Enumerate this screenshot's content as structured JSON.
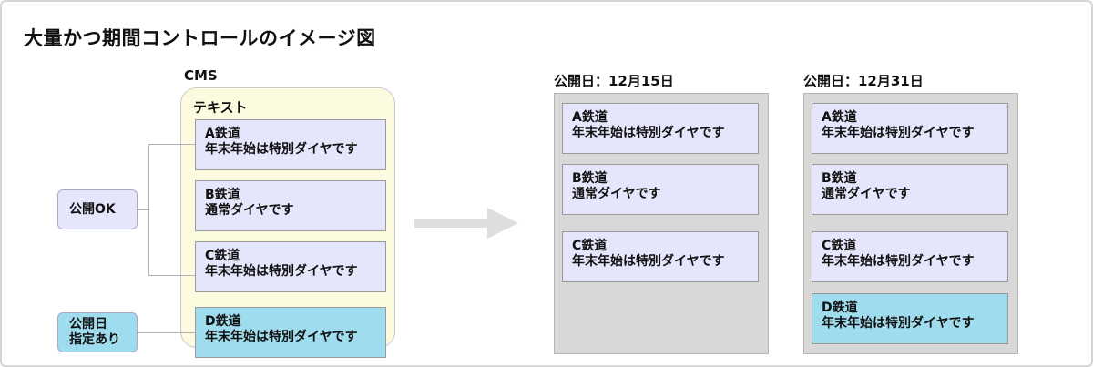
{
  "title": "大量かつ期間コントロールのイメージ図",
  "cms": {
    "label": "CMS",
    "box_label": "テキスト",
    "cards": [
      {
        "name": "A鉄道",
        "text": "年末年始は特別ダイヤです"
      },
      {
        "name": "B鉄道",
        "text": "通常ダイヤです"
      },
      {
        "name": "C鉄道",
        "text": "年末年始は特別ダイヤです"
      },
      {
        "name": "D鉄道",
        "text": "年末年始は特別ダイヤです"
      }
    ]
  },
  "status": {
    "ok": "公開OK",
    "scheduled_line1": "公開日",
    "scheduled_line2": "指定あり"
  },
  "panel1": {
    "label": "公開日：12月15日",
    "cards": [
      {
        "name": "A鉄道",
        "text": "年末年始は特別ダイヤです"
      },
      {
        "name": "B鉄道",
        "text": "通常ダイヤです"
      },
      {
        "name": "C鉄道",
        "text": "年末年始は特別ダイヤです"
      }
    ]
  },
  "panel2": {
    "label": "公開日：12月31日",
    "cards": [
      {
        "name": "A鉄道",
        "text": "年末年始は特別ダイヤです"
      },
      {
        "name": "B鉄道",
        "text": "通常ダイヤです"
      },
      {
        "name": "C鉄道",
        "text": "年末年始は特別ダイヤです"
      },
      {
        "name": "D鉄道",
        "text": "年末年始は特別ダイヤです"
      }
    ]
  },
  "colors": {
    "card_default": "#e5e5fb",
    "card_scheduled": "#9fdcee",
    "cms_background": "#fdfbdf",
    "panel_background": "#d8d8d8",
    "arrow": "#dedede"
  }
}
